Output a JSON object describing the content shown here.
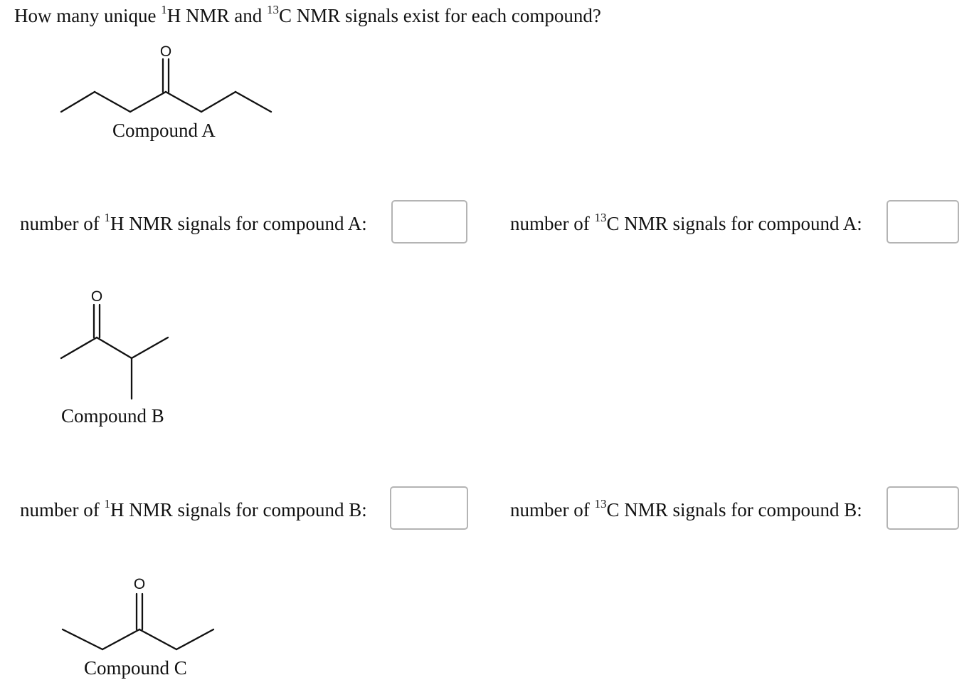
{
  "question": {
    "part1": "How many unique ",
    "sup_h": "1",
    "part2": "H NMR and ",
    "sup_c": "13",
    "part3": "C NMR signals exist for each compound?"
  },
  "structure_atom": "O",
  "compounds": [
    {
      "label": "Compound A",
      "h_prompt": {
        "pre": "number of ",
        "sup": "1",
        "post": "H NMR signals for compound A:"
      },
      "c_prompt": {
        "pre": "number of ",
        "sup": "13",
        "post": "C NMR signals for compound A:"
      },
      "h_value": "",
      "c_value": ""
    },
    {
      "label": "Compound B",
      "h_prompt": {
        "pre": "number of ",
        "sup": "1",
        "post": "H NMR signals for compound B:"
      },
      "c_prompt": {
        "pre": "number of ",
        "sup": "13",
        "post": "C NMR signals for compound B:"
      },
      "h_value": "",
      "c_value": ""
    },
    {
      "label": "Compound C"
    }
  ]
}
